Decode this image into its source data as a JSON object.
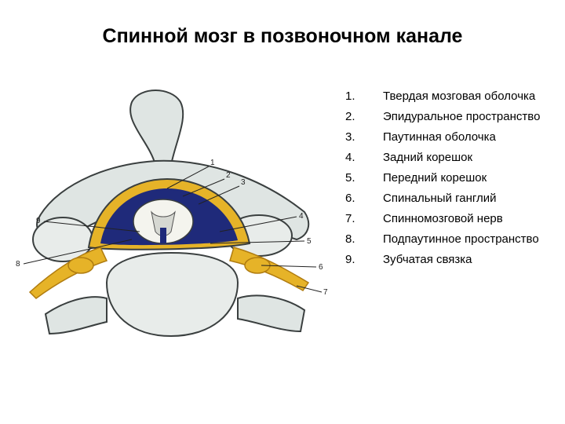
{
  "title": "Спинной мозг в позвоночном канале",
  "colors": {
    "bone": "#dfe5e3",
    "bone_shadow": "#9aa6a6",
    "outline": "#3a3f3f",
    "nerve": "#e6b328",
    "nerve_dark": "#b07c10",
    "space": "#1f2a7a"
  },
  "legend": [
    {
      "num": "1.",
      "text": "Твердая мозговая оболочка"
    },
    {
      "num": "2.",
      "text": "Эпидуральное пространство"
    },
    {
      "num": "3.",
      "text": "Паутинная оболочка"
    },
    {
      "num": "4.",
      "text": "Задний корешок"
    },
    {
      "num": "5.",
      "text": "Передний корешок"
    },
    {
      "num": "6.",
      "text": "Спинальный ганглий"
    },
    {
      "num": "7.",
      "text": "Спинномозговой нерв"
    },
    {
      "num": "8.",
      "text": "Подпаутинное пространство"
    },
    {
      "num": "9.",
      "text": "Зубчатая связка"
    }
  ],
  "figure_labels": [
    "1",
    "2",
    "3",
    "4",
    "5",
    "6",
    "7",
    "8",
    "9"
  ]
}
